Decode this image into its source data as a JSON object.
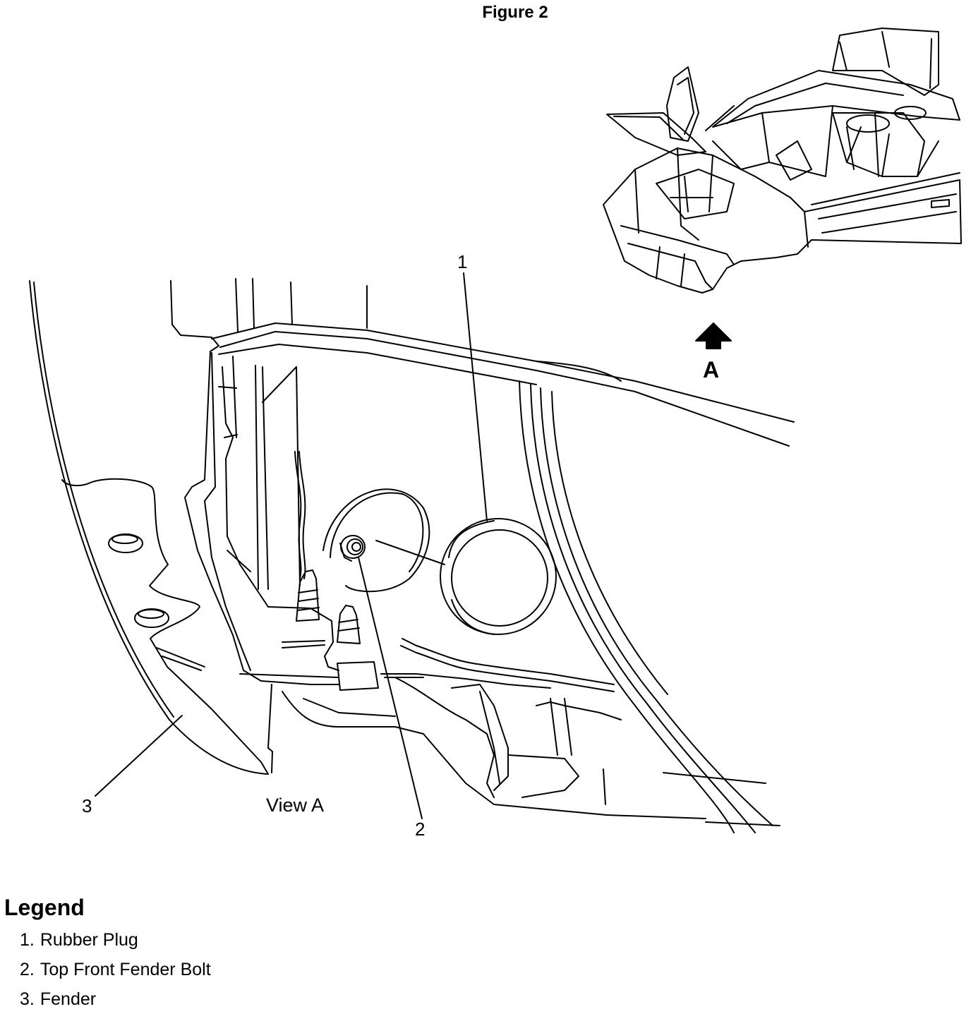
{
  "figure": {
    "title": "Figure 2"
  },
  "view_marker": {
    "letter": "A"
  },
  "view_caption": "View A",
  "callouts": [
    {
      "number": "1",
      "name": "callout-1"
    },
    {
      "number": "2",
      "name": "callout-2"
    },
    {
      "number": "3",
      "name": "callout-3"
    }
  ],
  "legend": {
    "title": "Legend",
    "items": [
      {
        "number": "1.",
        "label": "Rubber Plug"
      },
      {
        "number": "2.",
        "label": "Top Front Fender Bolt"
      },
      {
        "number": "3.",
        "label": "Fender"
      }
    ]
  },
  "colors": {
    "ink": "#000000",
    "paper": "#ffffff"
  }
}
